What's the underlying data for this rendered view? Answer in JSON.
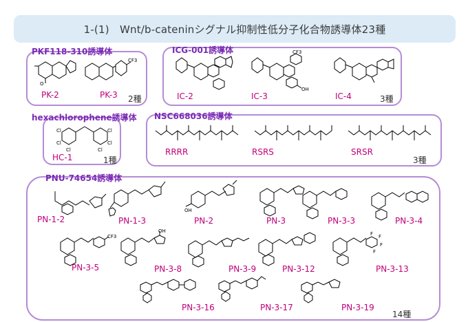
{
  "title": "1-(1)　Wnt/b-cateninシグナル抑制性低分子化合物誘導体23種",
  "groups": {
    "pkf": {
      "name": "PKF118-310誘導体",
      "count": "2種",
      "compounds": [
        "PK-2",
        "PK-3"
      ]
    },
    "icg": {
      "name": "ICG-001誘導体",
      "count": "3種",
      "compounds": [
        "IC-2",
        "IC-3",
        "IC-4"
      ]
    },
    "hexa": {
      "name": "hexachlorophene誘導体",
      "count": "1種",
      "compounds": [
        "HC-1"
      ]
    },
    "nsc": {
      "name": "NSC668036誘導体",
      "count": "3種",
      "compounds": [
        "RRRR",
        "RSRS",
        "SRSR"
      ]
    },
    "pnu": {
      "name": "PNU-74654誘導体",
      "count": "14種",
      "compounds": [
        "PN-1-2",
        "PN-1-3",
        "PN-2",
        "PN-3",
        "PN-3-3",
        "PN-3-4",
        "PN-3-5",
        "PN-3-8",
        "PN-3-9",
        "PN-3-12",
        "PN-3-13",
        "PN-3-16",
        "PN-3-17",
        "PN-3-19"
      ]
    }
  },
  "structure_text": {
    "cf3": "CF3",
    "oh": "OH",
    "cl": "Cl",
    "f": "F"
  }
}
